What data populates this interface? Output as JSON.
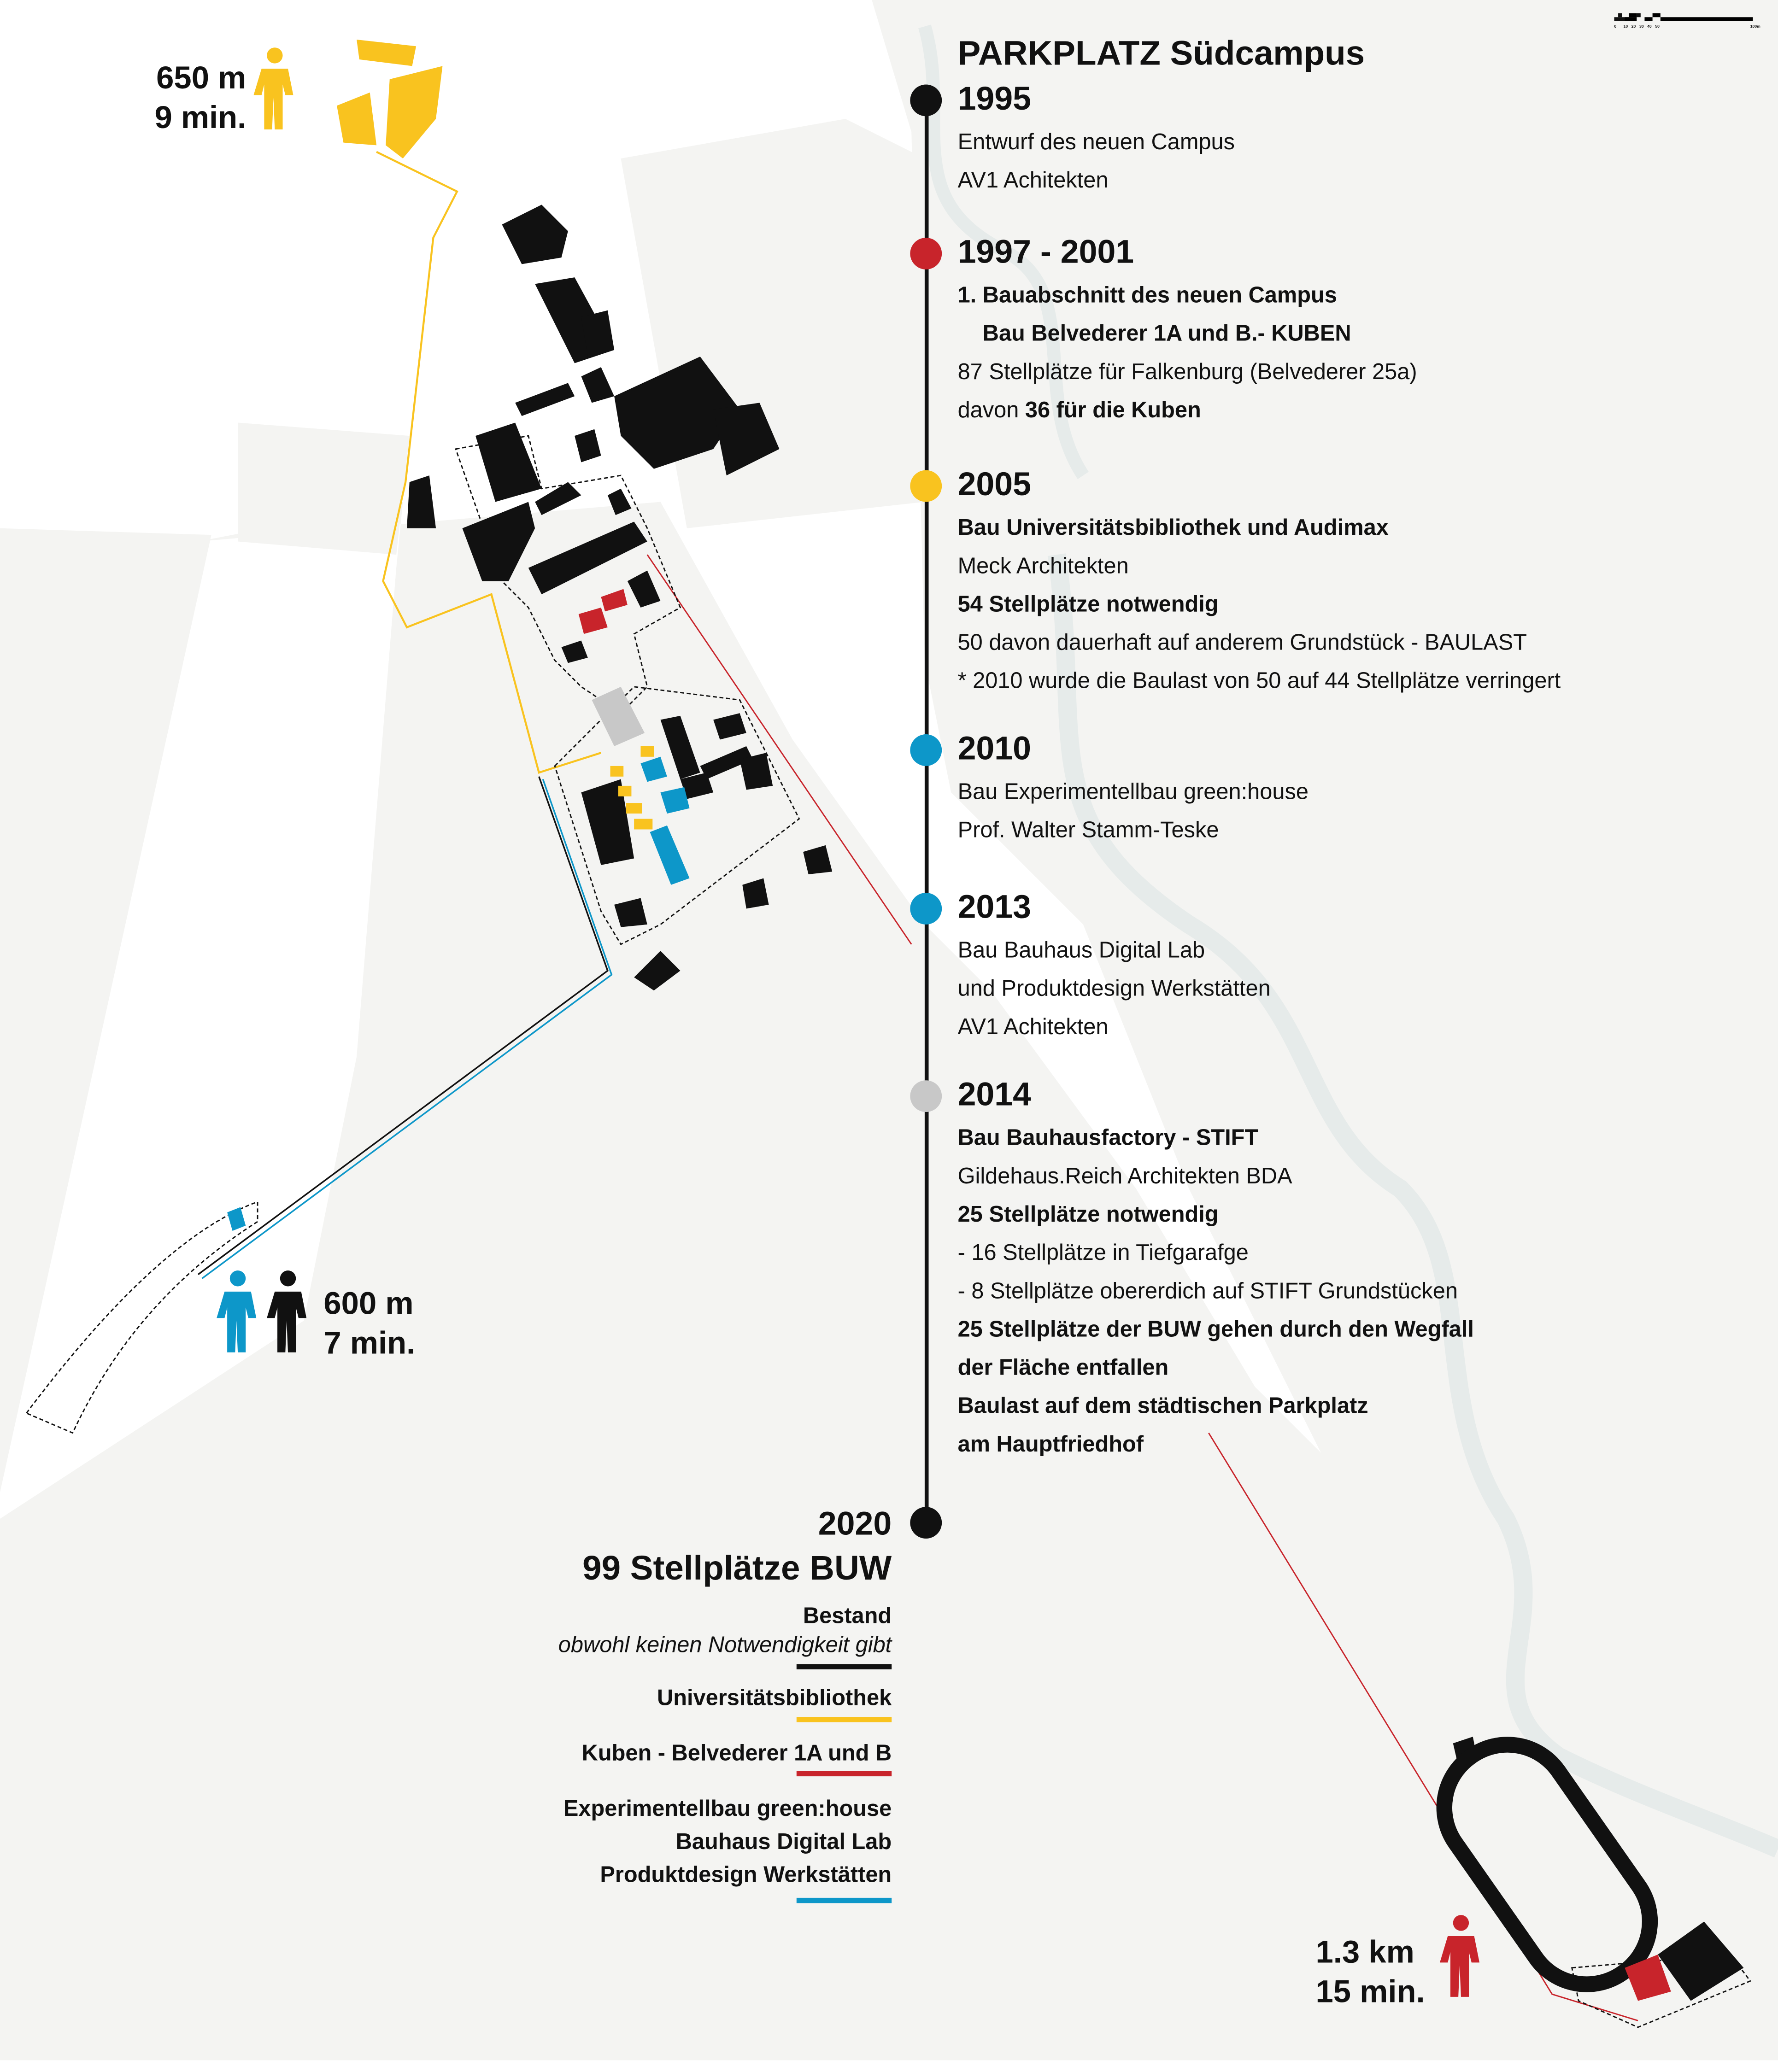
{
  "title": "PARKPLATZ Südcampus",
  "colors": {
    "black": "#111111",
    "red": "#c8242b",
    "yellow": "#f9c31f",
    "blue": "#0d97c9",
    "grey": "#c8c8c8"
  },
  "scale_bar": {
    "labels": [
      "0",
      "10",
      "20",
      "30",
      "40",
      "50",
      "100m"
    ]
  },
  "timeline": [
    {
      "year": "1995",
      "color": "#111111",
      "lines": [
        {
          "text": "Entwurf des neuen Campus",
          "bold": false
        },
        {
          "text": "AV1 Achitekten",
          "bold": false
        }
      ]
    },
    {
      "year": "1997 - 2001",
      "color": "#c8242b",
      "lines": [
        {
          "text": "1. Bauabschnitt des neuen Campus",
          "bold": true
        },
        {
          "text": "    Bau Belvederer 1A und B.- KUBEN",
          "bold": true
        },
        {
          "text": "87 Stellplätze für Falkenburg (Belvederer 25a)",
          "bold": false
        },
        {
          "text_pre": "davon ",
          "text_bold": "36 für die Kuben"
        }
      ]
    },
    {
      "year": "2005",
      "color": "#f9c31f",
      "lines": [
        {
          "text": "Bau Universitätsbibliothek und Audimax",
          "bold": true
        },
        {
          "text": "Meck Architekten",
          "bold": false
        },
        {
          "text": "54 Stellplätze notwendig",
          "bold": true
        },
        {
          "text": "50 davon dauerhaft auf anderem Grundstück - BAULAST",
          "bold": false
        },
        {
          "text": "* 2010 wurde die Baulast von 50 auf 44 Stellplätze verringert",
          "bold": false
        }
      ]
    },
    {
      "year": "2010",
      "color": "#0d97c9",
      "lines": [
        {
          "text": "Bau Experimentellbau green:house",
          "bold": false
        },
        {
          "text": "Prof. Walter Stamm-Teske",
          "bold": false
        }
      ]
    },
    {
      "year": "2013",
      "color": "#0d97c9",
      "lines": [
        {
          "text": "Bau Bauhaus Digital Lab",
          "bold": false
        },
        {
          "text": "und Produktdesign Werkstätten",
          "bold": false
        },
        {
          "text": "AV1 Achitekten",
          "bold": false
        }
      ]
    },
    {
      "year": "2014",
      "color": "#c8c8c8",
      "lines": [
        {
          "text": "Bau Bauhausfactory - STIFT",
          "bold": true
        },
        {
          "text": "Gildehaus.Reich Architekten BDA",
          "bold": false
        },
        {
          "text": "25 Stellplätze notwendig",
          "bold": true
        },
        {
          "text": "- 16 Stellplätze in Tiefgarafge",
          "bold": false
        },
        {
          "text": "- 8 Stellplätze obererdich auf STIFT Grundstücken",
          "bold": false
        },
        {
          "text": "25 Stellplätze der BUW gehen durch den Wegfall",
          "bold": true
        },
        {
          "text": "der Fläche entfallen",
          "bold": true
        },
        {
          "text": "Baulast auf dem städtischen Parkplatz",
          "bold": true
        },
        {
          "text": "am Hauptfriedhof",
          "bold": true
        }
      ]
    }
  ],
  "summary": {
    "year": "2020",
    "headline": "99 Stellplätze BUW"
  },
  "legend": [
    {
      "lines": [
        "Bestand"
      ],
      "note": "obwohl keinen Notwendigkeit gibt",
      "color": "#111111"
    },
    {
      "lines": [
        "Universitätsbibliothek"
      ],
      "color": "#f9c31f"
    },
    {
      "lines": [
        "Kuben - Belvederer 1A und B"
      ],
      "color": "#c8242b"
    },
    {
      "lines": [
        "Experimentellbau green:house",
        "Bauhaus Digital Lab",
        "Produktdesign Werkstätten"
      ],
      "color": "#0d97c9"
    }
  ],
  "distances": [
    {
      "distance": "650 m",
      "time": "9 min.",
      "color": "#f9c31f"
    },
    {
      "distance": "600 m",
      "time": "7 min.",
      "color": "#0d97c9"
    },
    {
      "distance": "1.3 km",
      "time": "15 min.",
      "color": "#c8242b"
    }
  ]
}
